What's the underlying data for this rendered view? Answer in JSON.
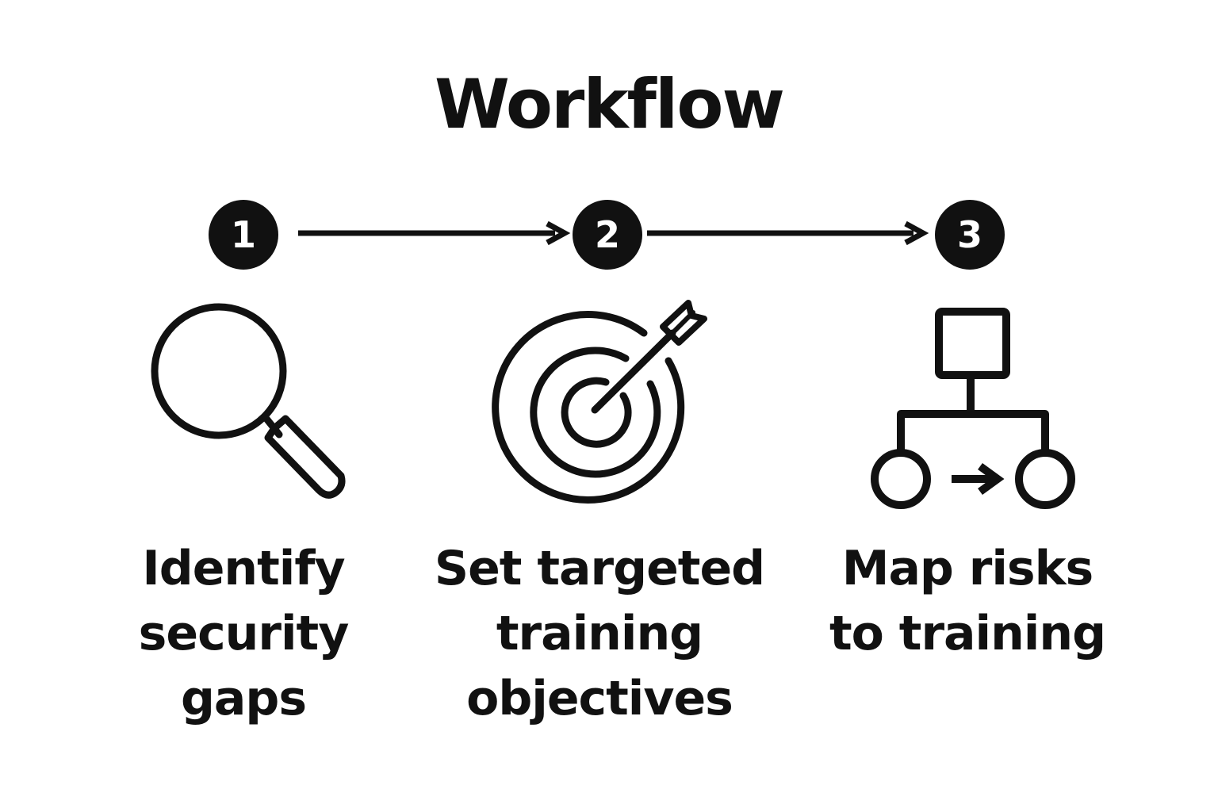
{
  "title": "Workflow",
  "steps": [
    {
      "number": "1",
      "icon": "magnifying-glass-icon",
      "label_lines": [
        "Identify",
        "security",
        "gaps"
      ]
    },
    {
      "number": "2",
      "icon": "target-arrow-icon",
      "label_lines": [
        "Set targeted",
        "training",
        "objectives"
      ]
    },
    {
      "number": "3",
      "icon": "hierarchy-map-icon",
      "label_lines": [
        "Map risks",
        "to training"
      ]
    }
  ],
  "colors": {
    "foreground": "#111111",
    "background": "#ffffff"
  }
}
